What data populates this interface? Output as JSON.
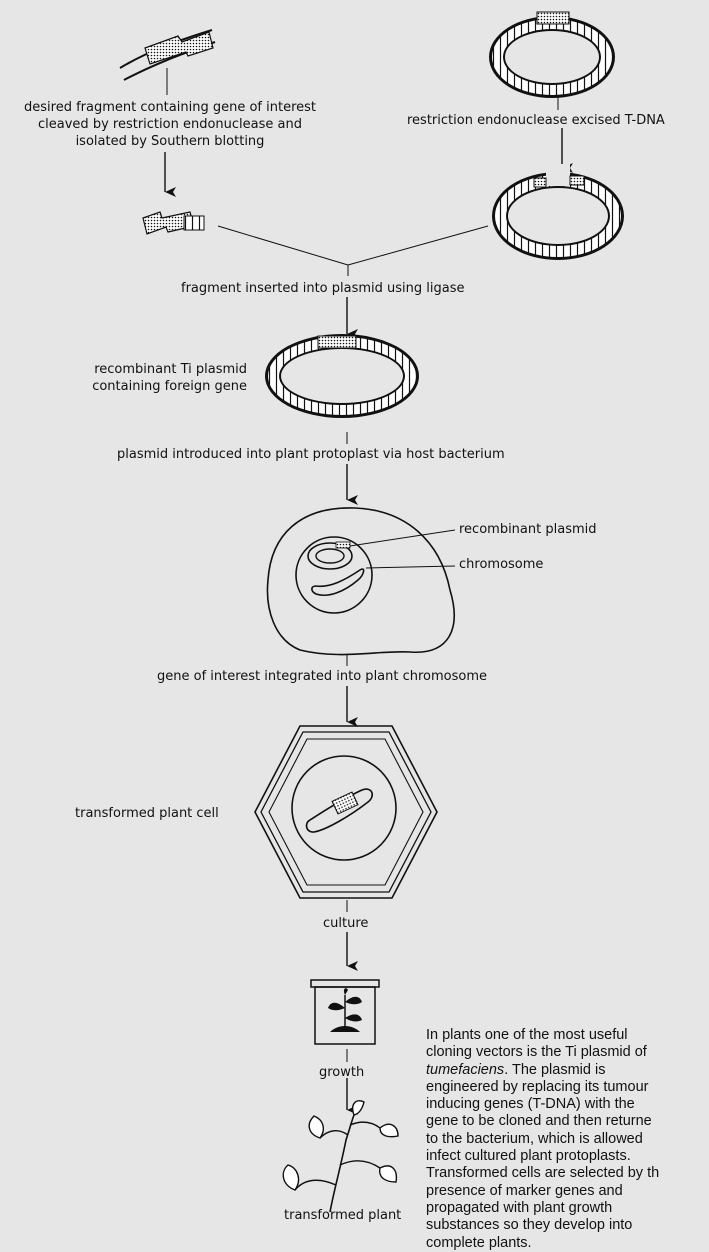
{
  "labels": {
    "fragment_desc": [
      "desired fragment containing gene of interest",
      "cleaved by restriction endonuclease and",
      "isolated by Southern blotting"
    ],
    "tdna_excised": "restriction endonuclease excised T-DNA",
    "inserted": "fragment inserted into plasmid using ligase",
    "recombinant_ti": [
      "recombinant Ti plasmid",
      "containing foreign gene"
    ],
    "introduced": "plasmid introduced into plant protoplast via host bacterium",
    "recombinant_plasmid": "recombinant plasmid",
    "chromosome": "chromosome",
    "integrated": "gene of interest integrated into plant chromosome",
    "transformed_cell": "transformed plant cell",
    "culture": "culture",
    "growth": "growth",
    "transformed_plant": "transformed plant"
  },
  "caption": {
    "lines": [
      "In plants one of the most useful",
      "cloning vectors is the Ti plasmid of",
      "tumefaciens",
      "engineered by replacing its tumour",
      "inducing genes (T-DNA) with the",
      "gene to be cloned and then returne",
      "to the bacterium, which is allowed",
      "infect cultured plant protoplasts.",
      "Transformed cells are selected by th",
      "presence of marker genes and",
      "propagated with plant growth",
      "substances so they develop into",
      "complete plants."
    ],
    "line3_rest": ". The plasmid is"
  },
  "colors": {
    "background": "#e6e6e6",
    "ink": "#111111"
  }
}
